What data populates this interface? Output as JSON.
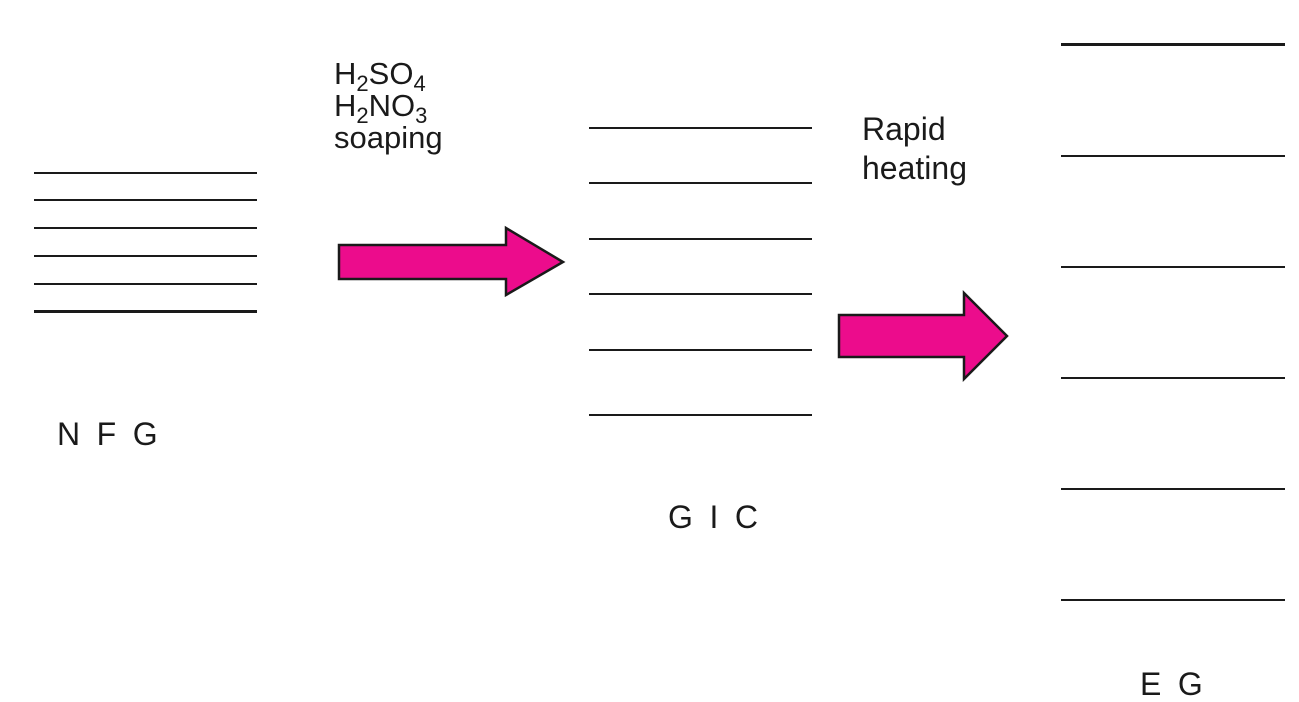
{
  "colors": {
    "arrow_fill": "#ec0c8c",
    "arrow_stroke": "#1a1a1a",
    "line": "#1a1a1a",
    "text": "#1a1a1a"
  },
  "stages": {
    "nfg": {
      "label": "N F G",
      "layer_count": 6
    },
    "gic": {
      "label": "G I C",
      "layer_count": 6
    },
    "eg": {
      "label": "E G",
      "layer_count": 6
    }
  },
  "intercalation": {
    "line1": {
      "a": "H",
      "a_sub": "2",
      "b": "SO",
      "b_sub": "4"
    },
    "line2": {
      "a": "H",
      "a_sub": "2",
      "b": "NO",
      "b_sub": "3"
    },
    "line3": "soaping"
  },
  "expansion": {
    "line1": "Rapid",
    "line2": "heating"
  }
}
